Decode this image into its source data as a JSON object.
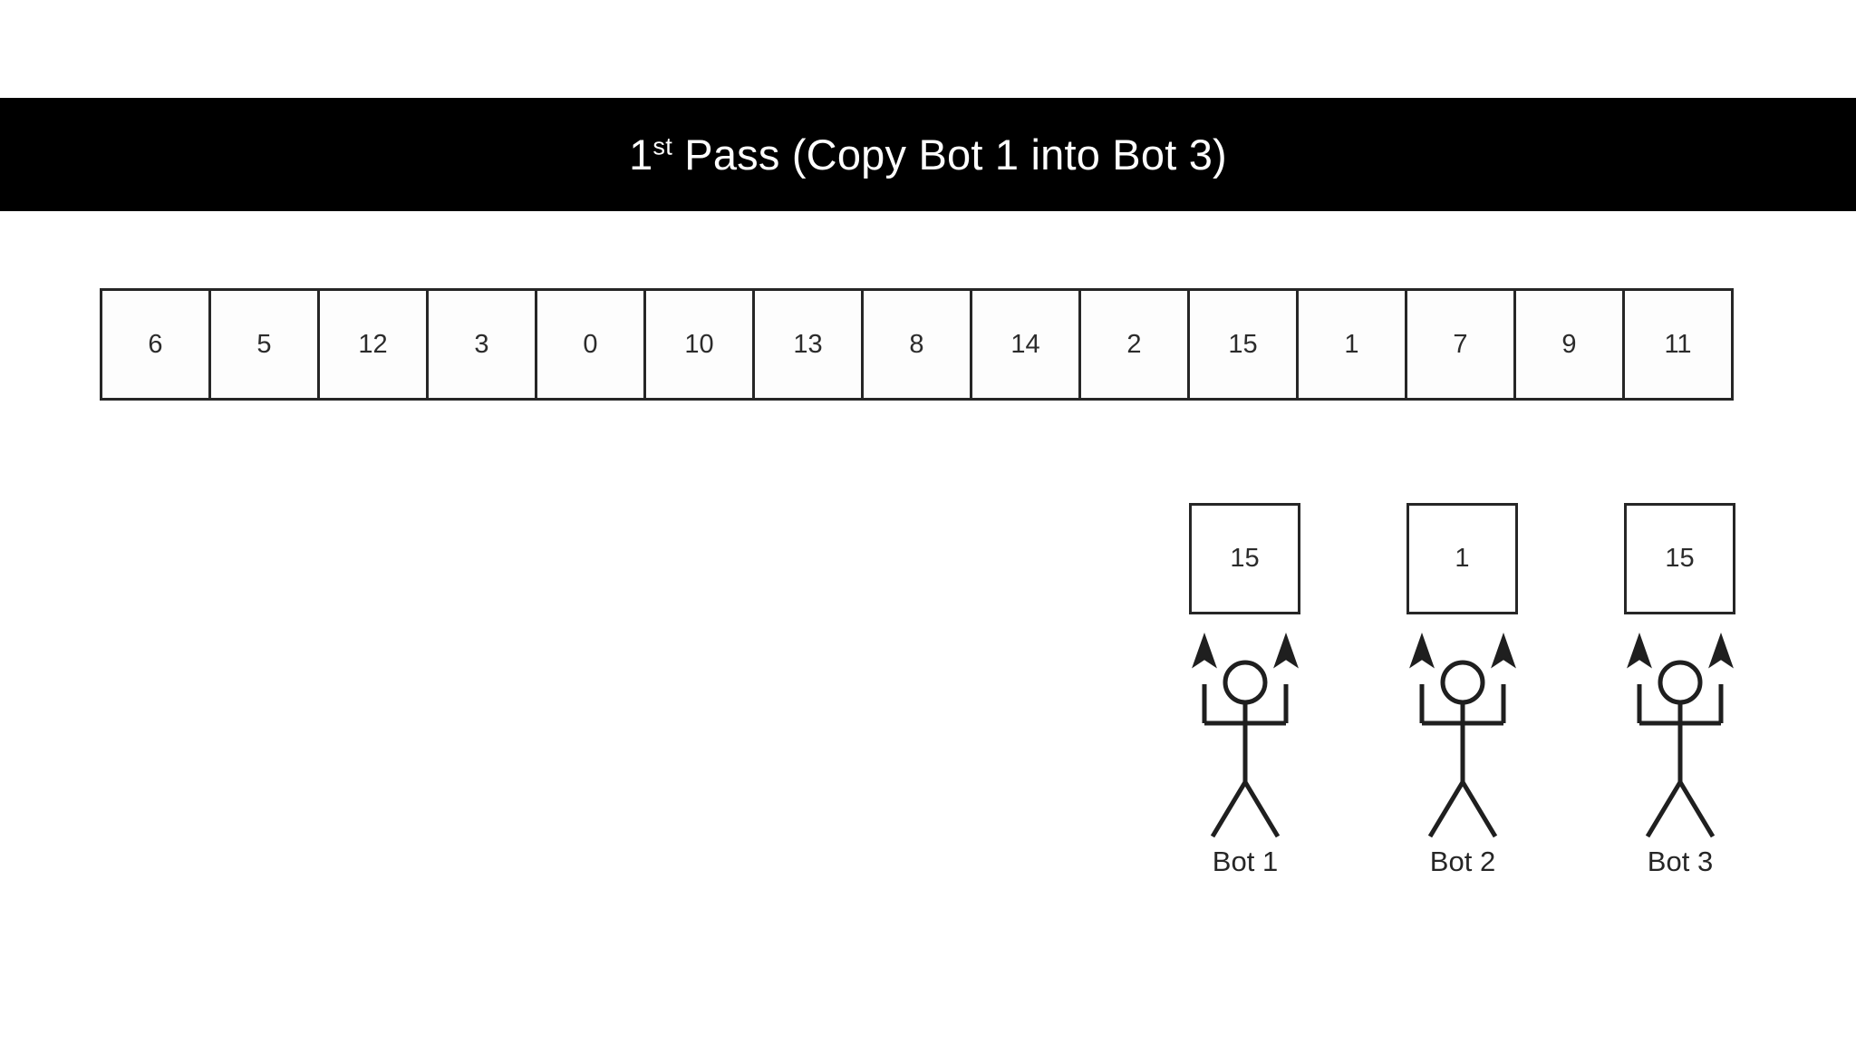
{
  "slide": {
    "background_color": "#ffffff",
    "title_bar": {
      "background_color": "#000000",
      "text_color": "#ffffff",
      "ordinal_number": "1",
      "ordinal_suffix": "st",
      "title_rest": " Pass (Copy Bot 1 into Bot 3)",
      "full_title": "1st Pass (Copy Bot 1 into Bot 3)"
    }
  },
  "array": {
    "length": 15,
    "border_color": "#262626",
    "cells": [
      {
        "index": 0,
        "value": "6"
      },
      {
        "index": 1,
        "value": "5"
      },
      {
        "index": 2,
        "value": "12"
      },
      {
        "index": 3,
        "value": "3"
      },
      {
        "index": 4,
        "value": "0"
      },
      {
        "index": 5,
        "value": "10"
      },
      {
        "index": 6,
        "value": "13"
      },
      {
        "index": 7,
        "value": "8"
      },
      {
        "index": 8,
        "value": "14"
      },
      {
        "index": 9,
        "value": "2"
      },
      {
        "index": 10,
        "value": "15"
      },
      {
        "index": 11,
        "value": "1"
      },
      {
        "index": 12,
        "value": "7"
      },
      {
        "index": 13,
        "value": "9"
      },
      {
        "index": 14,
        "value": "11"
      }
    ]
  },
  "bots": [
    {
      "id": "bot-1",
      "label": "Bot 1",
      "held_value": "15"
    },
    {
      "id": "bot-2",
      "label": "Bot 2",
      "held_value": "1"
    },
    {
      "id": "bot-3",
      "label": "Bot 3",
      "held_value": "15"
    }
  ],
  "icons": {
    "stick_figure": "stick-figure-icon",
    "arm_arrow": "arrow-up-icon"
  }
}
